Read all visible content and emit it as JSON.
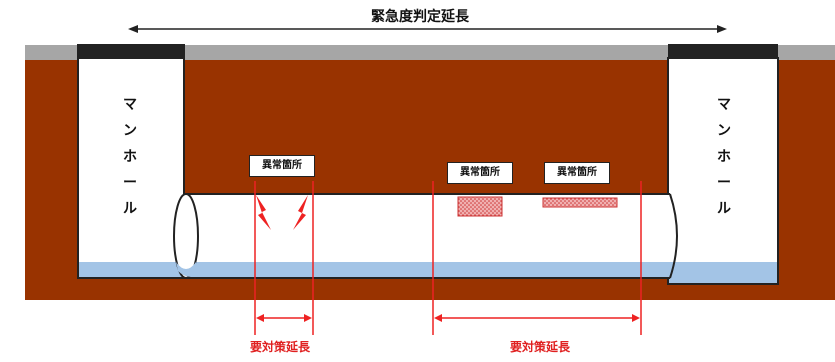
{
  "diagram": {
    "title": "緊急度判定延長",
    "manhole_left": [
      "マ",
      "ン",
      "ホ",
      "ー",
      "ル"
    ],
    "manhole_right": [
      "マ",
      "ン",
      "ホ",
      "ー",
      "ル"
    ],
    "abnormal_labels": [
      "異常箇所",
      "異常箇所",
      "異常箇所"
    ],
    "countermeasure_labels": [
      "要対策延長",
      "要対策延長"
    ]
  },
  "colors": {
    "soil": "#993300",
    "road": "#a6a6a6",
    "water": "#a3c4e6",
    "manhole_cap": "#222222",
    "accent_red": "#ee2222",
    "damage_fill": "#e08888"
  }
}
